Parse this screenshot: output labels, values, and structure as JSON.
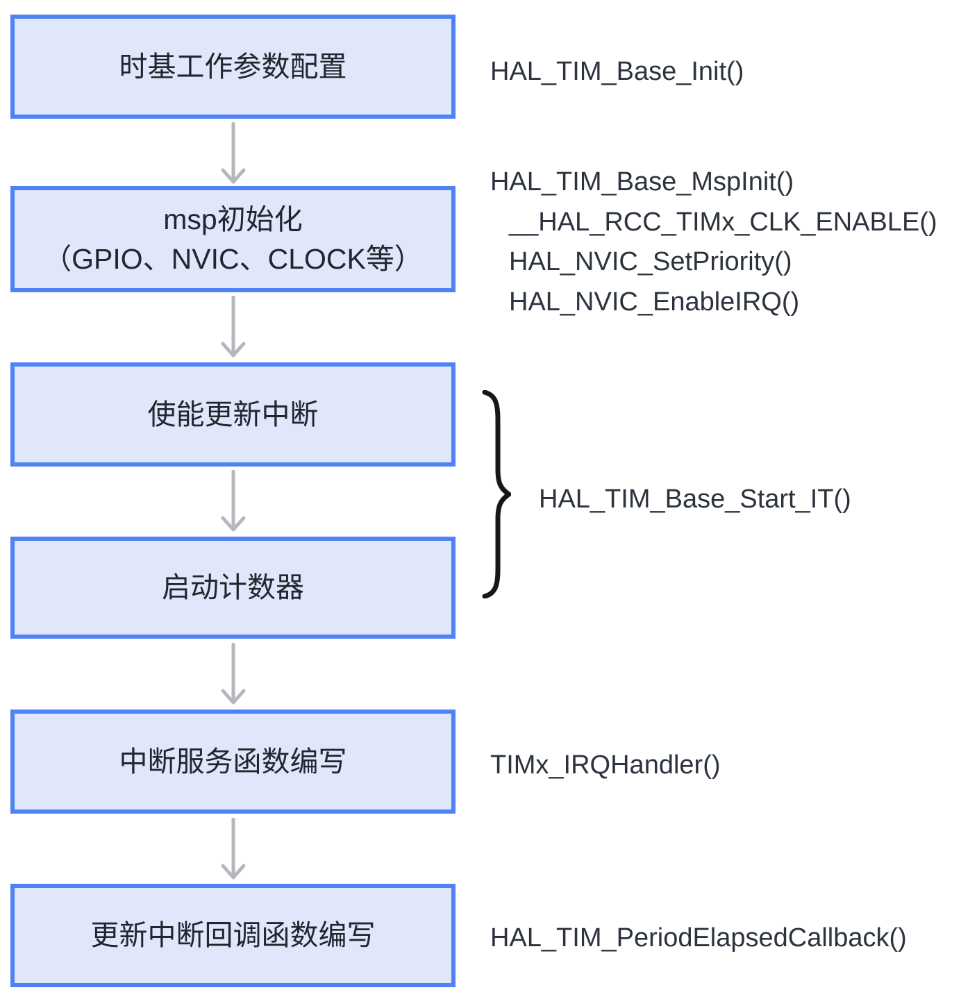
{
  "colors": {
    "background": "#ffffff",
    "box_fill": "#e0e7fb",
    "box_border": "#4e82f5",
    "box_text": "#22262e",
    "annotation_text": "#2c333e",
    "arrow": "#b4b7bc",
    "brace": "#15171b"
  },
  "flow": {
    "steps": [
      {
        "id": "timebase-config",
        "lines": [
          "时基工作参数配置"
        ]
      },
      {
        "id": "msp-init",
        "lines": [
          "msp初始化",
          "（GPIO、NVIC、CLOCK等）"
        ]
      },
      {
        "id": "enable-update-interrupt",
        "lines": [
          "使能更新中断"
        ]
      },
      {
        "id": "start-counter",
        "lines": [
          "启动计数器"
        ]
      },
      {
        "id": "write-isr",
        "lines": [
          "中断服务函数编写"
        ]
      },
      {
        "id": "write-callback",
        "lines": [
          "更新中断回调函数编写"
        ]
      }
    ]
  },
  "annotations": {
    "base_init": "HAL_TIM_Base_Init()",
    "msp_init_main": "HAL_TIM_Base_MspInit()",
    "msp_init_sub": [
      "__HAL_RCC_TIMx_CLK_ENABLE()",
      "HAL_NVIC_SetPriority()",
      "HAL_NVIC_EnableIRQ()"
    ],
    "start_it": "HAL_TIM_Base_Start_IT()",
    "irq_handler": "TIMx_IRQHandler()",
    "period_elapsed_callback": "HAL_TIM_PeriodElapsedCallback()"
  }
}
